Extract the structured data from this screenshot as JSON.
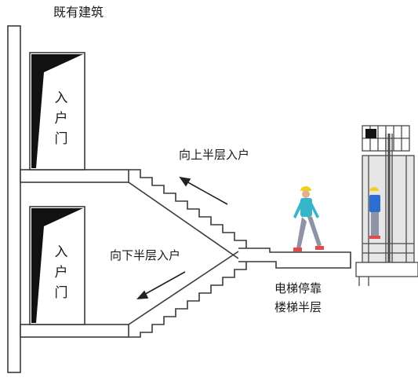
{
  "title": "既有建筑",
  "labels": {
    "up_entry": "向上半层入户",
    "down_entry": "向下半层入户",
    "elevator_stop_line1": "电梯停靠",
    "elevator_stop_line2": "楼梯半层"
  },
  "doors": [
    {
      "label": "入户门"
    },
    {
      "label": "入户门"
    }
  ],
  "colors": {
    "line": "#3a3a3a",
    "door_dark": "#111111",
    "person_shirt": "#36b6c8",
    "person_helmet": "#f0d21a",
    "person_legs": "#8e93a6",
    "person_shoes": "#e34a4a",
    "elevator_frame": "#4a4a4a",
    "elevator_panel": "#e6e6e6"
  }
}
